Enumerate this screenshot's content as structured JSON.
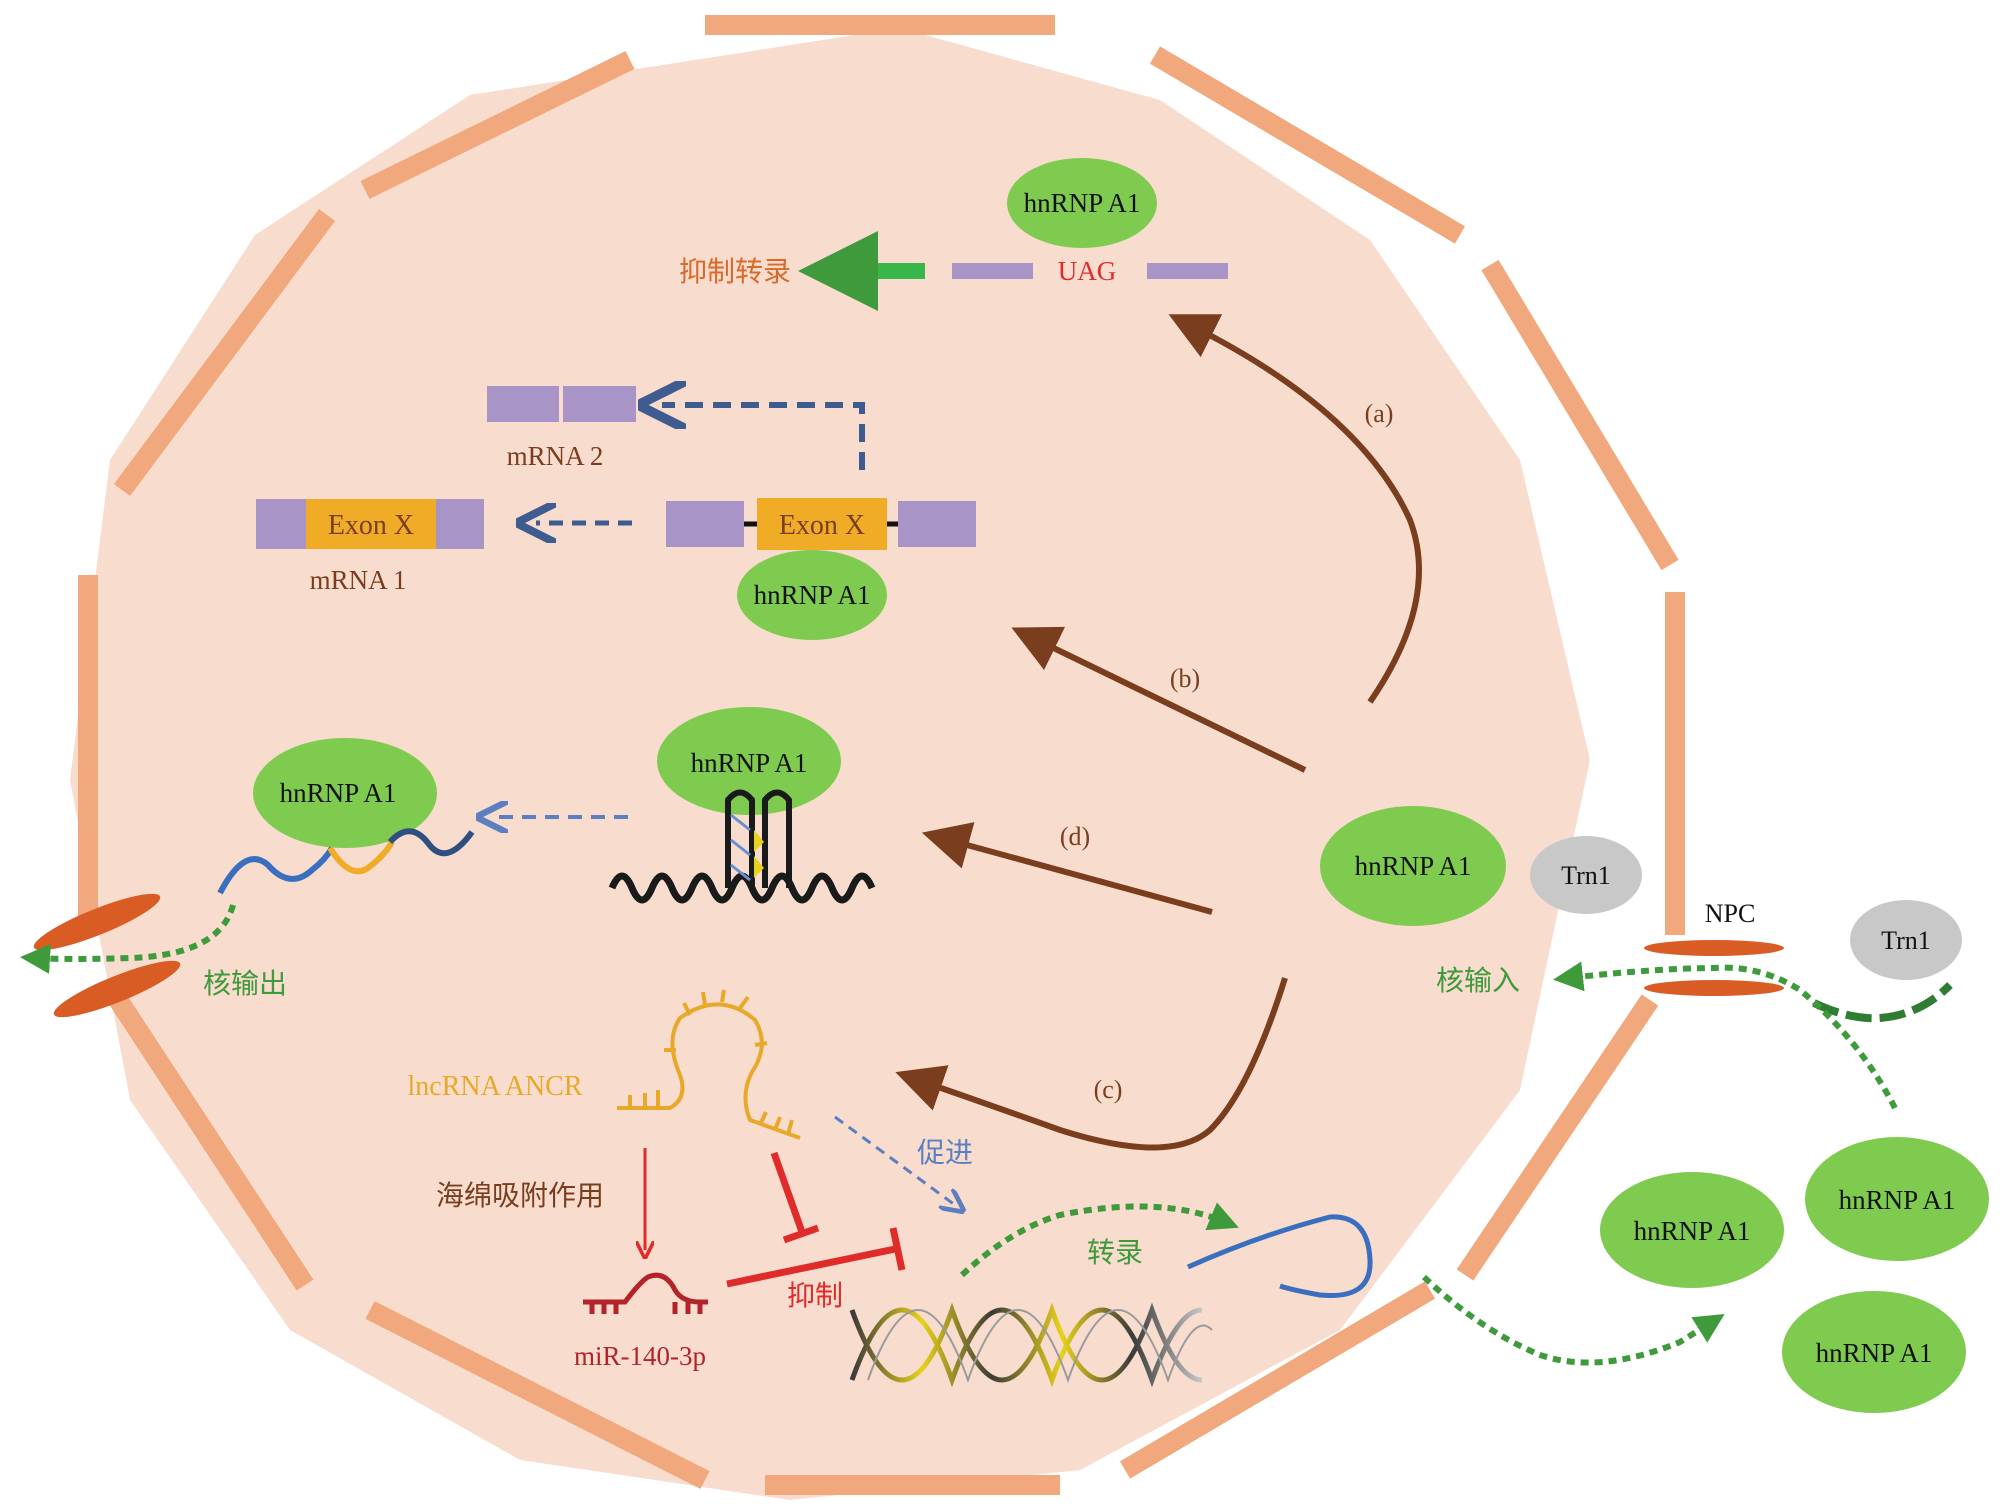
{
  "colors": {
    "cell_fill": "#f8dccd",
    "membrane": "#f0a87c",
    "protein": "#7ecb4f",
    "trn1": "#c8c8c8",
    "npc": "#d95c24",
    "exon_box": "#f0ab27",
    "rna_bar": "#a994c8",
    "brown_arrow": "#7a3e1f",
    "dashed_blue": "#3e5c8f",
    "green_dotted": "#3e9a3b",
    "inhibit_red": "#e02b2b",
    "lncrna": "#e8a92a",
    "mirna": "#b4232a"
  },
  "labels": {
    "hnrnp": "hnRNP A1",
    "trn1": "Trn1",
    "npc": "NPC",
    "uag": "UAG",
    "repress_transcription": "抑制转录",
    "exon_x": "Exon X",
    "mrna1": "mRNA 1",
    "mrna2": "mRNA 2",
    "path_a": "(a)",
    "path_b": "(b)",
    "path_c": "(c)",
    "path_d": "(d)",
    "nuclear_export": "核输出",
    "nuclear_import": "核输入",
    "lncrna": "lncRNA ANCR",
    "sponge": "海绵吸附作用",
    "mirna": "miR-140-3p",
    "inhibit": "抑制",
    "promote": "促进",
    "transcription": "转录"
  }
}
